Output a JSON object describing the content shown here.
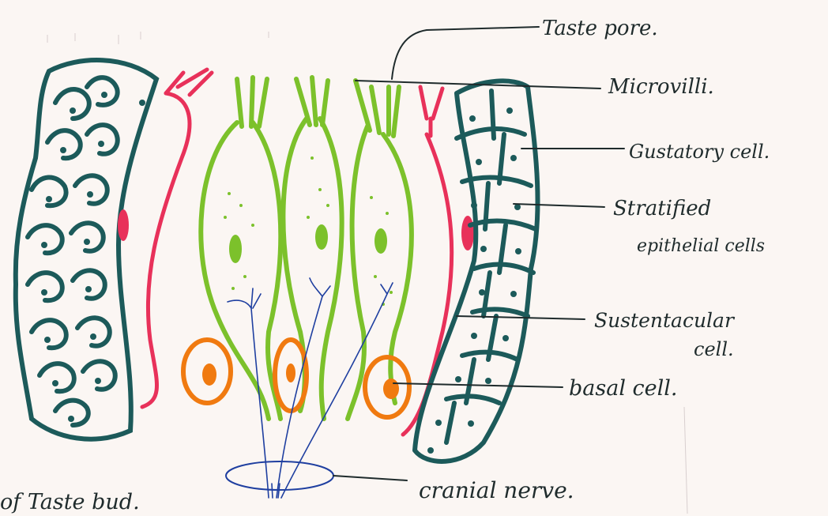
{
  "labels": {
    "taste_pore": "Taste pore.",
    "microvilli": "Microvilli.",
    "gustatory_cell": "Gustatory cell.",
    "stratified_line1": "Stratified",
    "stratified_line2": "epithelial cells",
    "sustentacular_line1": "Sustentacular",
    "sustentacular_line2": "cell.",
    "basal_cell": "basal cell.",
    "cranial_nerve": "cranial nerve."
  },
  "caption": "of Taste bud.",
  "colors": {
    "epithelium": "#1c5a5a",
    "sustentacular": "#e8315a",
    "gustatory": "#7cc12b",
    "basal": "#f07a10",
    "nerve": "#1f3fa0",
    "ink": "#1f2b2c"
  }
}
